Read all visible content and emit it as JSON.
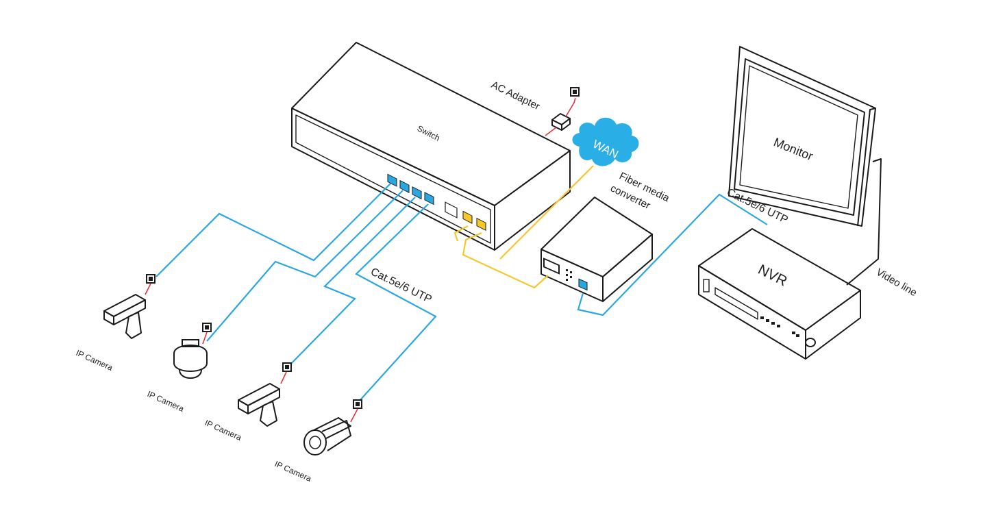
{
  "labels": {
    "switch": "Switch",
    "ac_adapter": "AC Adapter",
    "wan": "WAN",
    "fiber_line1": "Fiber media",
    "fiber_line2": "converter",
    "monitor": "Monitor",
    "nvr": "NVR",
    "video_line": "Video line",
    "cat_right": "Cat.5e/6 UTP",
    "cat_left": "Cat.5e/6 UTP",
    "camera1": "IP Camera",
    "camera2": "IP Camera",
    "camera3": "IP Camera",
    "camera4": "IP Camera"
  },
  "colors": {
    "ethernet": "#2aa7e0",
    "fiber": "#f5c82a",
    "power": "#e0343c",
    "cloud": "#29aee6",
    "outline": "#1a1a1a"
  },
  "icons": {
    "outlet": "power-outlet-icon",
    "cloud": "cloud-icon"
  }
}
